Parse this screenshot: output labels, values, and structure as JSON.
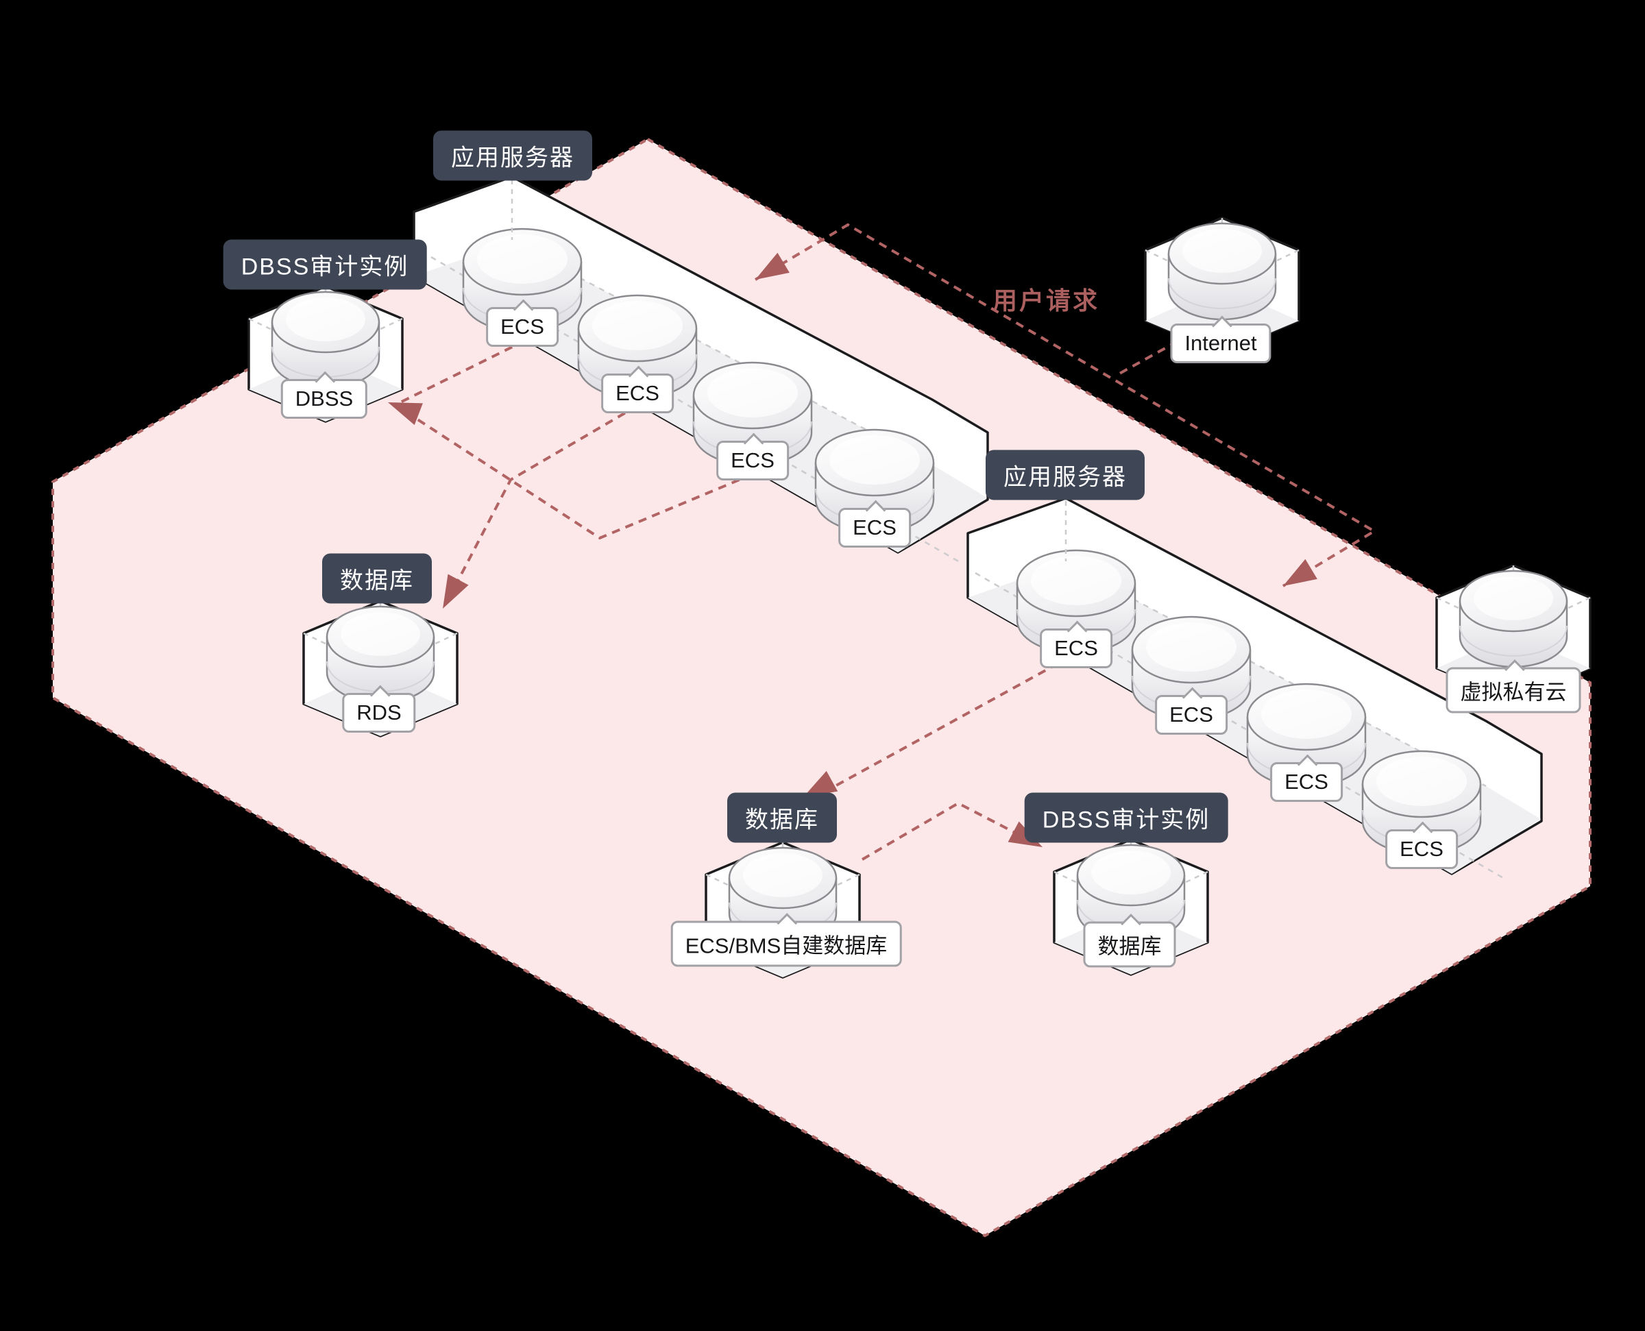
{
  "scene": {
    "background": "#000000",
    "plane_color": "#fce8e8",
    "plane_border_color": "#b36a6a",
    "flow_line_color": "#b26363",
    "arrow_color": "#a85c5c",
    "label_bg_color": "#3f4655",
    "box_stroke_color": "#1c1c1e",
    "box_floor_color": "#f0f0f2",
    "inner_dash_color": "#cbcbce",
    "cylinder_stroke_color": "#8b8b8f"
  },
  "labels": {
    "app_server": "应用服务器",
    "dbss_instance": "DBSS审计实例",
    "database": "数据库",
    "user_request": "用户请求"
  },
  "badges": {
    "ecs": "ECS",
    "dbss": "DBSS",
    "rds": "RDS",
    "internet": "Internet",
    "vpc": "虚拟私有云",
    "self_built_db": "ECS/BMS自建数据库",
    "db": "数据库"
  },
  "nodes": [
    {
      "id": "app-server-1",
      "label": "应用服务器",
      "instances": [
        "ECS",
        "ECS",
        "ECS",
        "ECS"
      ]
    },
    {
      "id": "app-server-2",
      "label": "应用服务器",
      "instances": [
        "ECS",
        "ECS",
        "ECS",
        "ECS"
      ]
    },
    {
      "id": "dbss-audit-1",
      "label": "DBSS审计实例",
      "badge": "DBSS"
    },
    {
      "id": "database-rds",
      "label": "数据库",
      "badge": "RDS"
    },
    {
      "id": "internet",
      "badge": "Internet"
    },
    {
      "id": "vpc",
      "badge": "虚拟私有云"
    },
    {
      "id": "database-self-built",
      "label": "数据库",
      "badge": "ECS/BMS自建数据库"
    },
    {
      "id": "dbss-audit-2",
      "label": "DBSS审计实例",
      "badge": "数据库"
    },
    {
      "id": "user-request-flow",
      "label": "用户请求"
    }
  ]
}
